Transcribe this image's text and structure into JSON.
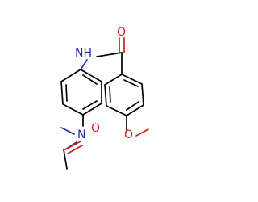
{
  "colors": {
    "background": "#ffffff",
    "carbon_bond": "#000000",
    "nitrogen": "#2a2ab0",
    "oxygen": "#d01c1c"
  },
  "labels": {
    "amide_nh": "NH",
    "amide_o": "O",
    "methoxy_o": "O",
    "amine_n": "N",
    "acetyl_o": "O"
  }
}
